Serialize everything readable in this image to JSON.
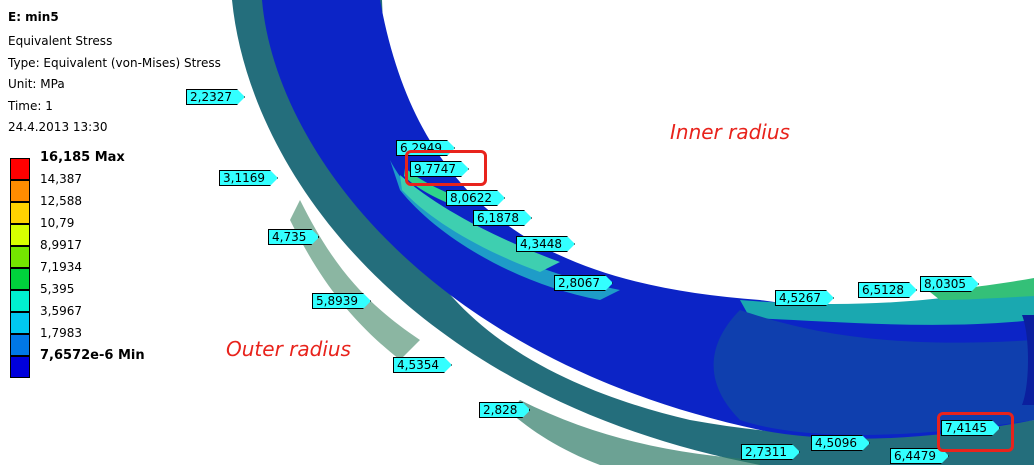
{
  "info": {
    "title": "E: min5",
    "result_name": "Equivalent Stress",
    "type": "Type: Equivalent (von-Mises) Stress",
    "unit": "Unit: MPa",
    "time": "Time: 1",
    "date": "24.4.2013 13:30"
  },
  "legend": {
    "entries": [
      {
        "label": "16,185 Max",
        "color": "#ff0000"
      },
      {
        "label": "14,387",
        "color": "#ff8c00"
      },
      {
        "label": "12,588",
        "color": "#ffd200"
      },
      {
        "label": "10,79",
        "color": "#d7ff00"
      },
      {
        "label": "8,9917",
        "color": "#74e600"
      },
      {
        "label": "7,1934",
        "color": "#00d23c"
      },
      {
        "label": "5,395",
        "color": "#00f0d0"
      },
      {
        "label": "3,5967",
        "color": "#00c8f0"
      },
      {
        "label": "1,7983",
        "color": "#0078e6"
      },
      {
        "label": "7,6572e-6 Min",
        "color": "#0000dc"
      }
    ]
  },
  "probes": [
    "2,2327",
    "6,2949",
    "9,7747",
    "3,1169",
    "8,0622",
    "6,1878",
    "4,735",
    "4,3448",
    "2,8067",
    "5,8939",
    "4,5267",
    "6,5128",
    "8,0305",
    "4,5354",
    "2,828",
    "7,4145",
    "4,5096",
    "2,7311",
    "6,4479"
  ],
  "annotations": {
    "inner_radius": "Inner radius",
    "outer_radius": "Outer radius"
  },
  "colors": {
    "highlight": "#e8231c",
    "probe_fill": "#33ffff",
    "deep_blue": "#0a14c8",
    "mid_blue": "#0d3fb4",
    "teal": "#1f7a8c",
    "green": "#2f8a3a"
  }
}
